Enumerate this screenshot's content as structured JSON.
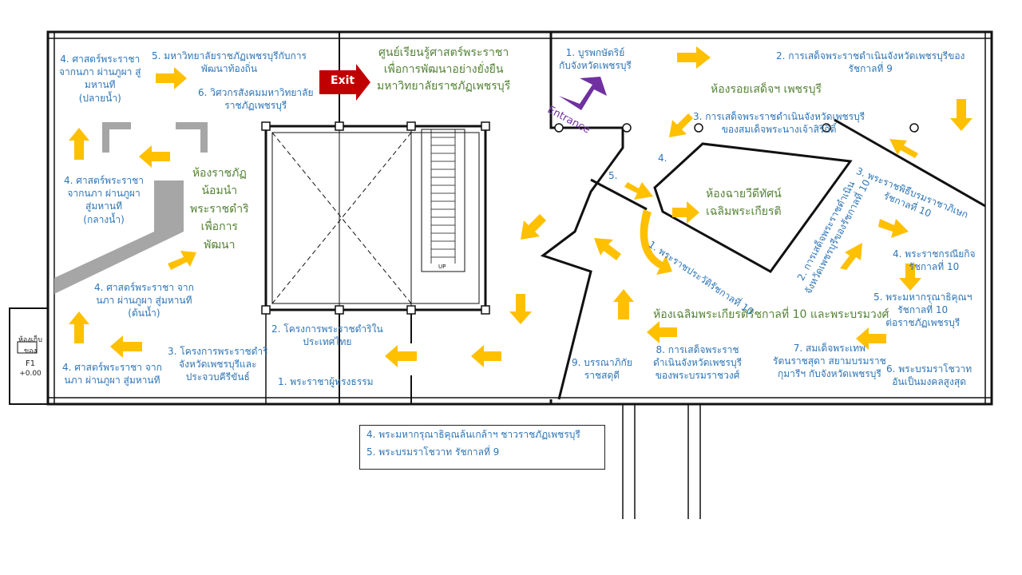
{
  "exit_label": "Exit",
  "entrance_label": "Entrance",
  "store": {
    "name": "ห้องเก็บของ",
    "code": "F1",
    "level": "+0.00"
  },
  "stair_label": "UP",
  "rooms": {
    "center_title": [
      "ศูนย์เรียนรู้ศาสตร์พระราชา",
      "เพื่อการพัฒนาอย่างยั่งยืน",
      "มหาวิทยาลัยราชภัฏเพชรบุรี"
    ],
    "left_room": [
      "ห้องราชภัฏ",
      "น้อมนำ",
      "พระราชดำริ",
      "เพื่อการ",
      "พัฒนา"
    ],
    "right_room": "ห้องรอยเสด็จฯ เพชรบุรี",
    "theater": [
      "ห้องฉายวีดีทัศน์",
      "เฉลิมพระเกียรติ"
    ],
    "bottom_hall": "ห้องเฉลิมพระเกียรติรัชกาลที่ 10 และพระบรมวงศ์"
  },
  "labels": {
    "l4a": [
      "4. ศาสตร์พระราชา",
      "จากนภา ผ่านภูผา สู่",
      "มหานที",
      "(ปลายน้ำ)"
    ],
    "l5": [
      "5. มหาวิทยาลัยราชภัฏเพชรบุรีกับการ",
      "พัฒนาท้องถิ่น"
    ],
    "l6": [
      "6. วิศวกรสังคมมหาวิทยาลัย",
      "ราชภัฏเพชรบุรี"
    ],
    "l4b": [
      "4. ศาสตร์พระราชา",
      "จากนภา ผ่านภูผา",
      "สู่มหานที",
      "(กลางน้ำ)"
    ],
    "l4c": [
      "4. ศาสตร์พระราชา จาก",
      "นภา ผ่านภูผา สู่มหานที",
      "(ต้นน้ำ)"
    ],
    "l4d": [
      "4. ศาสตร์พระราชา จาก",
      "นภา ผ่านภูผา สู่มหานที"
    ],
    "l3": [
      "3. โครงการพระราชดำริ",
      "จังหวัดเพชรบุรีและ",
      "ประจวบคีรีขันธ์"
    ],
    "l2": [
      "2. โครงการพระราชดำริใน",
      "ประเทศไทย"
    ],
    "l1": "1. พระราชาผู้ทรงธรรม",
    "r1": [
      "1. บูรพกษัตริย์",
      "กับจังหวัดเพชรบุรี"
    ],
    "r2": [
      "2. การเสด็จพระราชดำเนินจังหวัดเพชรบุรีของ",
      "รัชกาลที่ 9"
    ],
    "r3": [
      "3. การเสด็จพระราชดำเนินจังหวัดเพชรบุรี",
      "ของสมเด็จพระนางเจ้าสิริกิติ์"
    ],
    "r4": "4.",
    "r5": "5.",
    "rot1": "1. พระราชประวัติรัชกาลที่ 10",
    "rot2": [
      "2. การเสด็จพระราชดำเนิน",
      "จังหวัดเพชรบุรีของรัชกาลที่ 10"
    ],
    "rot3": [
      "3. พระราชพิธีบรมราชาภิเษก",
      "รัชกาลที่ 10"
    ],
    "r4b": [
      "4. พระราชกรณียกิจ",
      "รัชกาลที่ 10"
    ],
    "r5b": [
      "5. พระมหากรุณาธิคุณฯ",
      "รัชกาลที่ 10",
      "ต่อราชภัฏเพชรบุรี"
    ],
    "r6": [
      "6. พระบรมราโชวาท",
      "อันเป็นมงคลสูงสุด"
    ],
    "r7": [
      "7. สมเด็จพระเทพ",
      "รัตนราชสุดา สยามบรมราช",
      "กุมารีฯ กับจังหวัดเพชรบุรี"
    ],
    "r8": [
      "8. การเสด็จพระราช",
      "ดำเนินจังหวัดเพชรบุรี",
      "ของพระบรมราชวงศ์"
    ],
    "r9": [
      "9. บรรณาภิกัย",
      "ราชสดุดี"
    ]
  },
  "legend": [
    "4. พระมหากรุณาธิคุณล้นเกล้าฯ ชาวราชภัฏเพชรบุรี",
    "5. พระบรมราโชวาท รัชกาลที่ 9"
  ],
  "colors": {
    "arrow": "#ffc000",
    "exit": "#c00000",
    "entrance": "#7030a0",
    "label": "#2e75b6",
    "room": "#548235",
    "wall": "#111111",
    "path": "#a6a6a6"
  }
}
